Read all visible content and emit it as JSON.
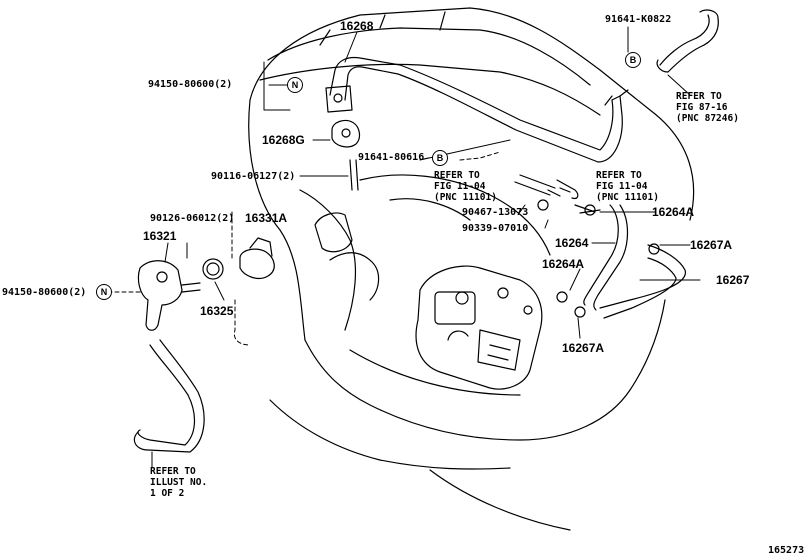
{
  "parts": {
    "p16268": "16268",
    "p91641_k0822": "91641-K0822",
    "p94150_80600_top": "94150-80600(2)",
    "p16268g": "16268G",
    "p91641_80616": "91641-80616",
    "p90116_06127": "90116-06127(2)",
    "p90126_06012": "90126-06012(2)",
    "p16331a": "16331A",
    "p16321": "16321",
    "p94150_80600_left": "94150-80600(2)",
    "p16325": "16325",
    "p90467_13073": "90467-13073",
    "p90339_07010": "90339-07010",
    "p16264a_upper": "16264A",
    "p16264": "16264",
    "p16267a_right": "16267A",
    "p16264a_lower": "16264A",
    "p16267": "16267",
    "p16267a_lower": "16267A"
  },
  "badges": {
    "n_top": "N",
    "n_left": "N",
    "b_top": "B",
    "b_mid": "B"
  },
  "notes": {
    "refer_fig87": "REFER TO\nFIG 87-16\n(PNC 87246)",
    "refer_fig11_left": "REFER TO\nFIG 11-04\n(PNC 11101)",
    "refer_fig11_right": "REFER TO\nFIG 11-04\n(PNC 11101)",
    "refer_illust": "REFER TO\nILLUST NO.\n1 OF 2"
  },
  "footer": {
    "diagram_number": "165273"
  }
}
